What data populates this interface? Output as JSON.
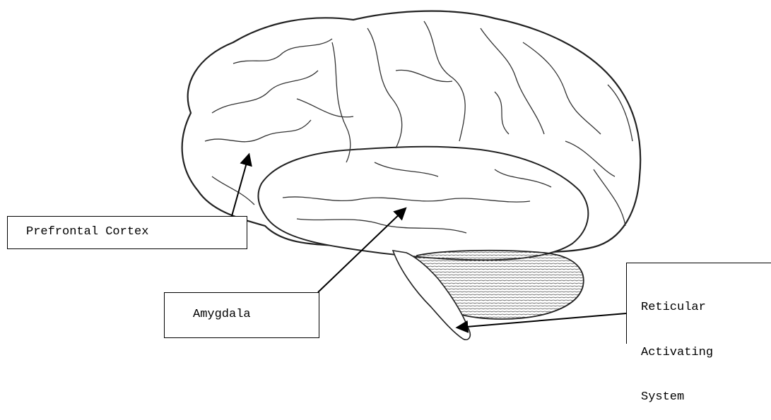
{
  "labels": {
    "prefrontal_cortex": "Prefrontal Cortex",
    "amygdala": "Amygdala",
    "reticular_activating_system": [
      "Reticular",
      "Activating",
      "System"
    ]
  },
  "colors": {
    "line": "#000000",
    "background": "#ffffff"
  },
  "icons": {
    "brain": "brain-icon",
    "arrow": "arrow-icon"
  }
}
